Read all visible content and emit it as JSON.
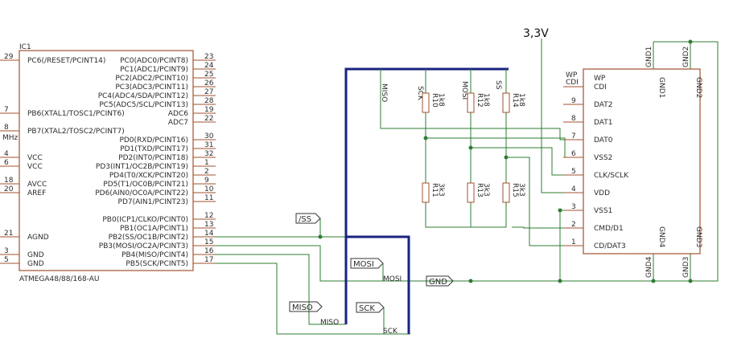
{
  "supply_label": "3,3V",
  "mcu": {
    "ref": "IC1",
    "part": "ATMEGA48/88/168-AU",
    "left_pins": [
      {
        "num": "29",
        "name": "PC6(/RESET/PCINT14)"
      },
      {
        "num": "7",
        "name": "PB6(XTAL1/TOSC1/PCINT6)"
      },
      {
        "num": "8",
        "name": "PB7(XTAL2/TOSC2/PCINT7)"
      },
      {
        "num": "4",
        "name": "VCC"
      },
      {
        "num": "6",
        "name": "VCC"
      },
      {
        "num": "18",
        "name": "AVCC"
      },
      {
        "num": "20",
        "name": "AREF"
      },
      {
        "num": "21",
        "name": "AGND"
      },
      {
        "num": "3",
        "name": "GND"
      },
      {
        "num": "5",
        "name": "GND"
      }
    ],
    "right_pins": [
      {
        "num": "23",
        "name": "PC0(ADC0/PCINT8)"
      },
      {
        "num": "24",
        "name": "PC1(ADC1/PCINT9)"
      },
      {
        "num": "25",
        "name": "PC2(ADC2/PCINT10)"
      },
      {
        "num": "26",
        "name": "PC3(ADC3/PCINT11)"
      },
      {
        "num": "27",
        "name": "PC4(ADC4/SDA/PCINT12)"
      },
      {
        "num": "28",
        "name": "PC5(ADC5/SCL/PCINT13)"
      },
      {
        "num": "19",
        "name": "ADC6"
      },
      {
        "num": "22",
        "name": "ADC7"
      },
      {
        "num": "30",
        "name": "PD0(RXD/PCINT16)"
      },
      {
        "num": "31",
        "name": "PD1(TXD/PCINT17)"
      },
      {
        "num": "32",
        "name": "PD2(INT0/PCINT18)"
      },
      {
        "num": "1",
        "name": "PD3(INT1/OC2B/PCINT19)"
      },
      {
        "num": "2",
        "name": "PD4(T0/XCK/PCINT20)"
      },
      {
        "num": "9",
        "name": "PD5(T1/OC0B/PCINT21)"
      },
      {
        "num": "10",
        "name": "PD6(AIN0/OC0A/PCINT22)"
      },
      {
        "num": "11",
        "name": "PD7(AIN1/PCINT23)"
      },
      {
        "num": "12",
        "name": "PB0(ICP1/CLKO/PCINT0)"
      },
      {
        "num": "13",
        "name": "PB1(OC1A/PCINT1)"
      },
      {
        "num": "14",
        "name": "PB2(SS/OC1B/PCINT2)"
      },
      {
        "num": "15",
        "name": "PB3(MOSI/OC2A/PCINT3)"
      },
      {
        "num": "16",
        "name": "PB4(MISO/PCINT4)"
      },
      {
        "num": "17",
        "name": "PB5(SCK/PCINT5)"
      }
    ],
    "mhz_label": "MHz"
  },
  "sd": {
    "left_pins": [
      {
        "num": "",
        "name": "WP"
      },
      {
        "num": "",
        "name": "CDI"
      },
      {
        "num": "9",
        "name": "DAT2"
      },
      {
        "num": "8",
        "name": "DAT1"
      },
      {
        "num": "7",
        "name": "DAT0"
      },
      {
        "num": "6",
        "name": "VSS2"
      },
      {
        "num": "5",
        "name": "CLK/SCLK"
      },
      {
        "num": "4",
        "name": "VDD"
      },
      {
        "num": "3",
        "name": "VSS1"
      },
      {
        "num": "2",
        "name": "CMD/D1"
      },
      {
        "num": "1",
        "name": "CD/DAT3"
      }
    ],
    "inner_top": [
      "GND1",
      "GND2"
    ],
    "outer_top": [
      "GND1",
      "GND2"
    ],
    "inner_bottom": [
      "GND4",
      "GND3"
    ],
    "outer_bottom": [
      "GND4",
      "GND3"
    ]
  },
  "resistors": [
    {
      "ref": "R10",
      "value": "1k8"
    },
    {
      "ref": "R12",
      "value": "1k8"
    },
    {
      "ref": "R14",
      "value": "1k8"
    },
    {
      "ref": "R11",
      "value": "3k3"
    },
    {
      "ref": "R13",
      "value": "3k3"
    },
    {
      "ref": "R15",
      "value": "3k3"
    }
  ],
  "bus_labels": [
    "MISO",
    "SCK",
    "MOSI",
    "SS"
  ],
  "net_labels": {
    "ss_port": "/SS",
    "mosi_port": "MOSI",
    "miso_port": "MISO",
    "sck_port": "SCK",
    "gnd_port": "GND",
    "mosi_wire": "MOSI",
    "miso_wire": "MISO",
    "sck_wire": "SCK"
  }
}
